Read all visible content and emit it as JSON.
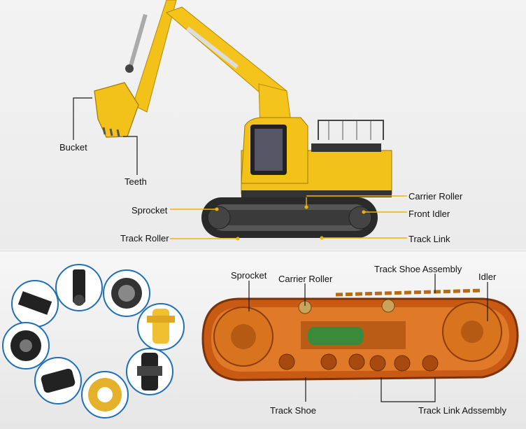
{
  "top_labels": {
    "bucket": "Bucket",
    "teeth": "Teeth",
    "sprocket": "Sprocket",
    "track_roller": "Track Roller",
    "carrier_roller": "Carrier Roller",
    "front_idler": "Front Idler",
    "track_link": "Track Link"
  },
  "bottom_labels": {
    "sprocket": "Sprocket",
    "carrier_roller": "Carrier Roller",
    "track_shoe_assembly": "Track Shoe Assembly",
    "idler": "Idler",
    "track_shoe": "Track Shoe",
    "track_link_assembly": "Track Link Adssembly"
  },
  "colors": {
    "excavator_yellow": "#f2c21b",
    "leader_line": "#f0b400",
    "track_dark": "#2a2a2a",
    "undercarriage_orange": "#d9741e",
    "circle_border": "#1e6fb7"
  },
  "parts_icons": [
    "track-shoe-icon",
    "carrier-roller-icon",
    "track-chain-icon",
    "front-idler-icon",
    "idler-wheel-icon",
    "track-roller-icon",
    "track-link-icon",
    "sprocket-icon"
  ]
}
